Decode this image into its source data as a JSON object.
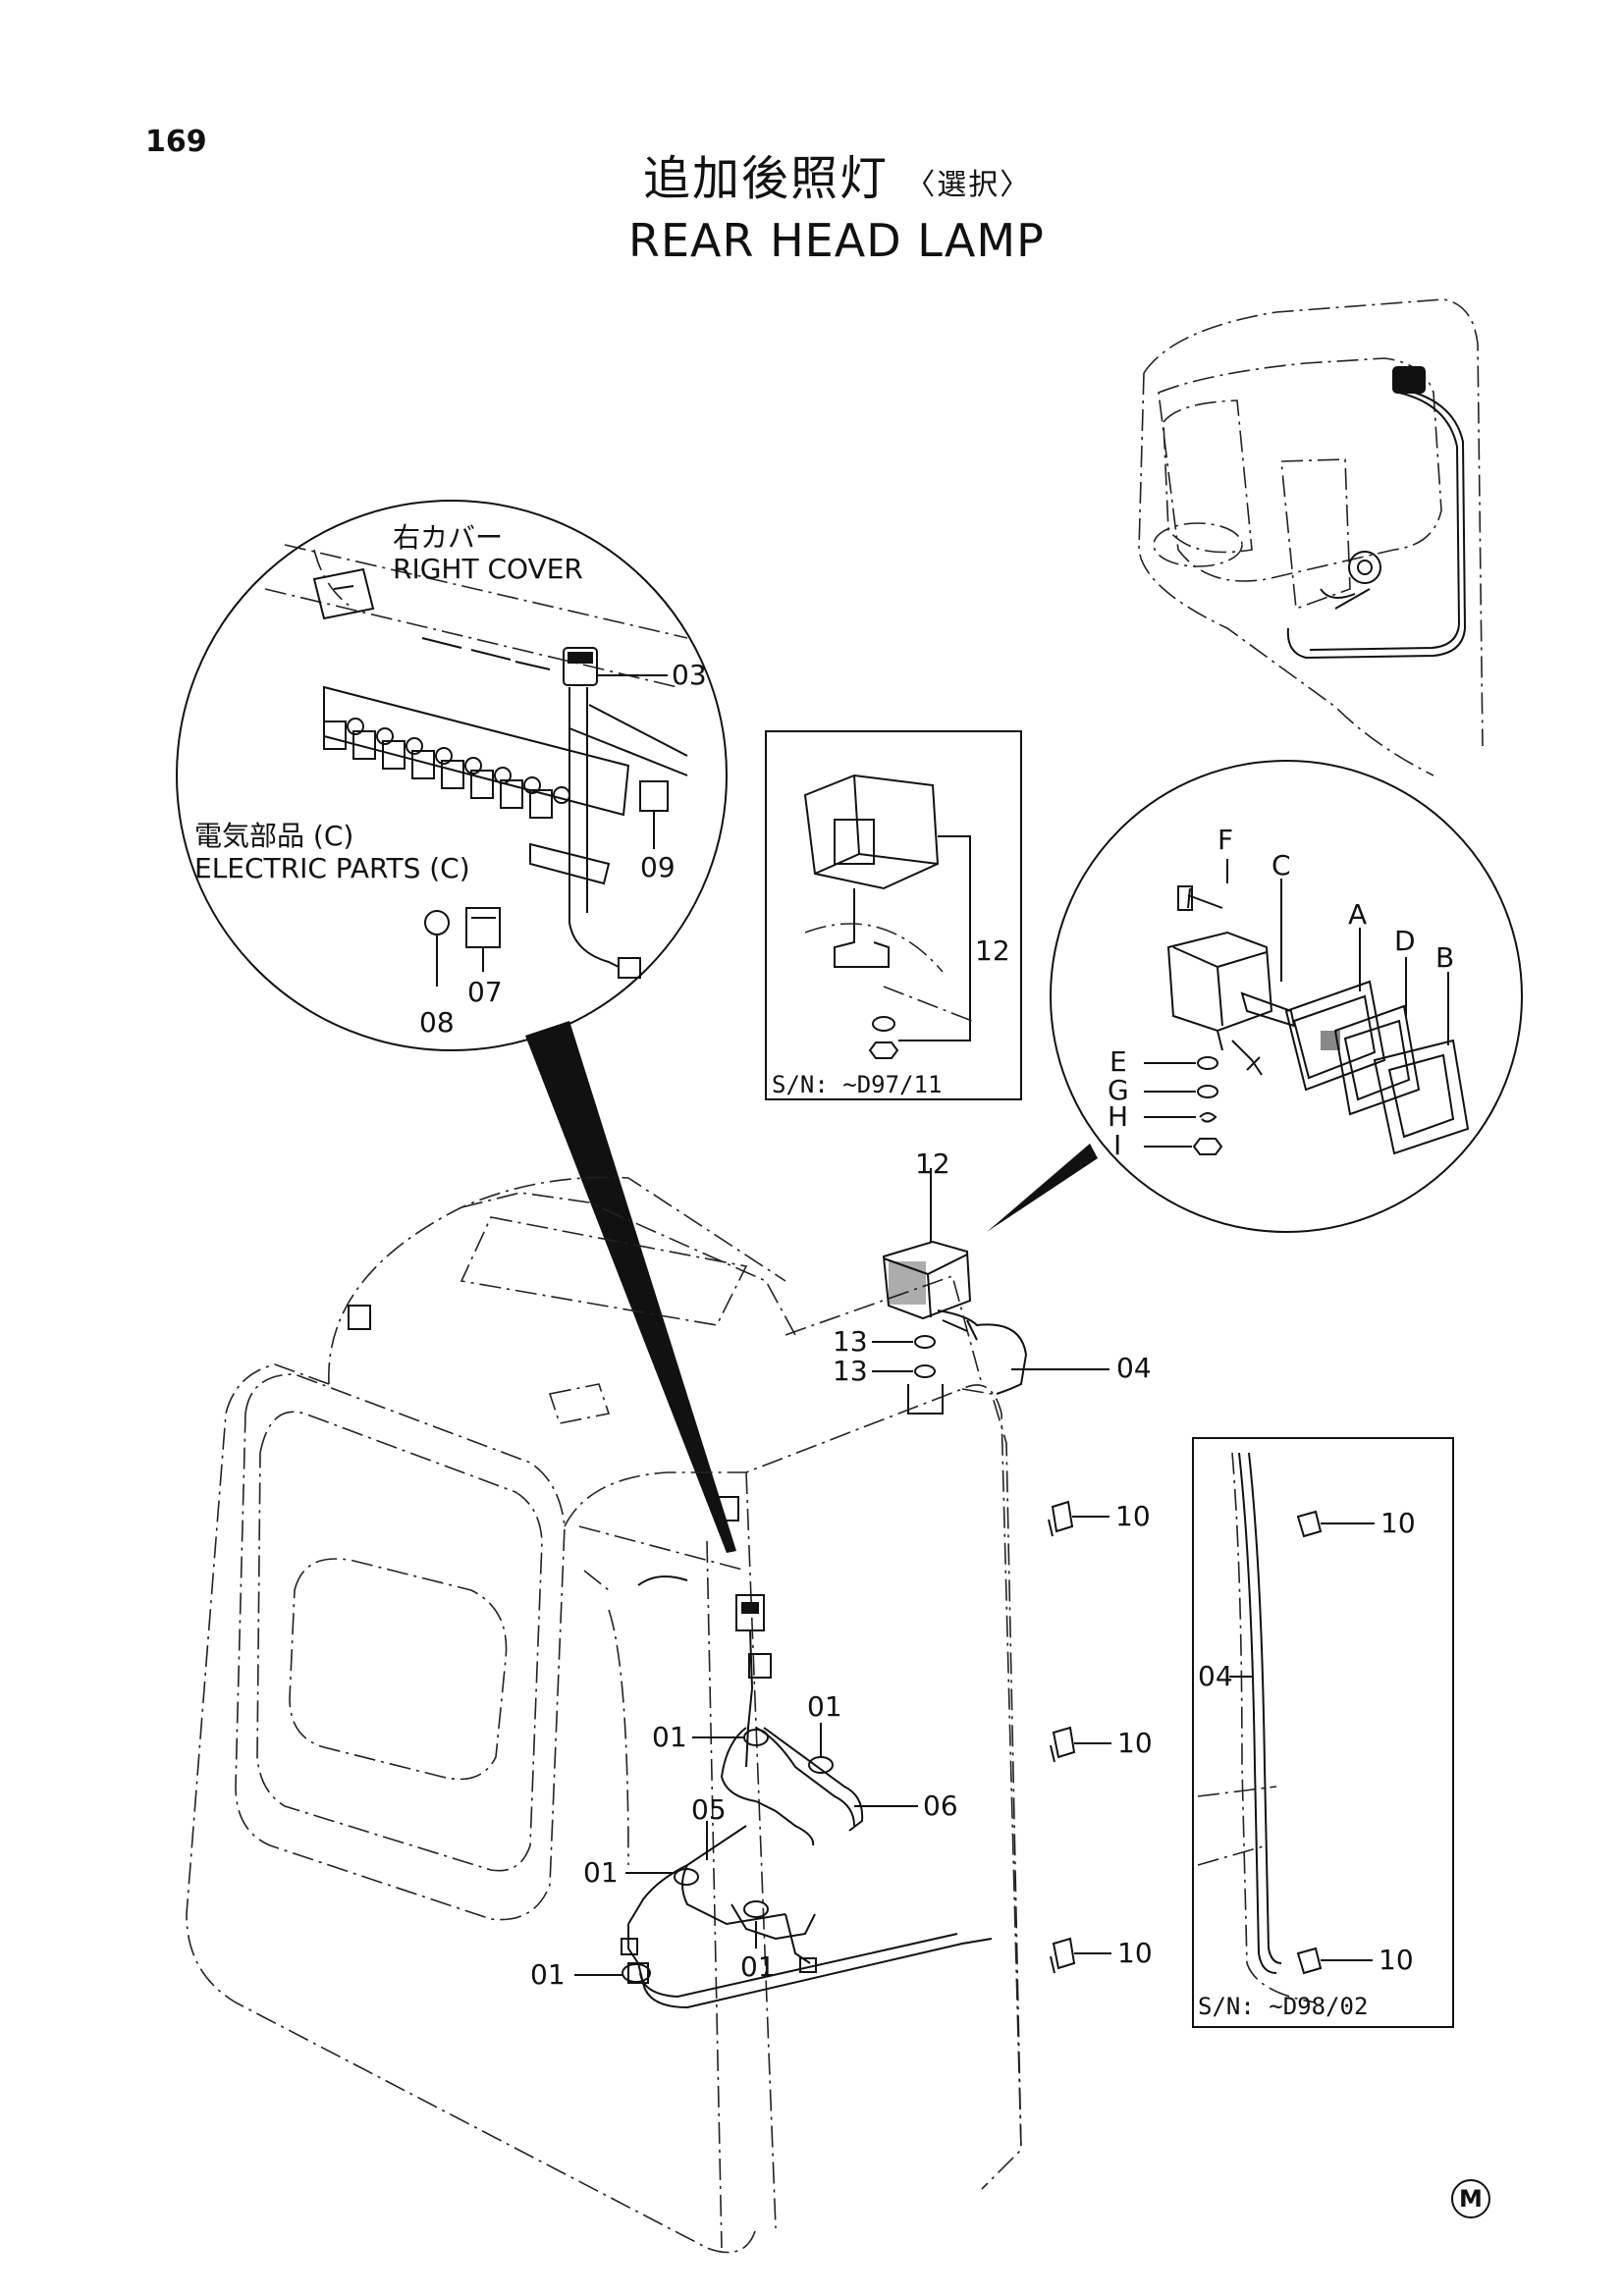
{
  "page_number": "169",
  "title_japanese": "追加後照灯",
  "title_japanese_sub": "〈選択〉",
  "title_english": "REAR HEAD LAMP",
  "labels": {
    "right_cover_jp": "右カバー",
    "right_cover_en": "RIGHT COVER",
    "electric_parts_jp": "電気部品 (C)",
    "electric_parts_en": "ELECTRIC PARTS (C)"
  },
  "serial_notes": {
    "lamp_inset": "S/N: ~D97/11",
    "harness_inset": "S/N: ~D98/02"
  },
  "part_numbers": [
    "01",
    "03",
    "04",
    "05",
    "06",
    "07",
    "08",
    "09",
    "10",
    "12",
    "13"
  ],
  "callouts": {
    "p03": "03",
    "p09": "09",
    "p07": "07",
    "p08": "08",
    "p12_inset": "12",
    "p12_main": "12",
    "p13a": "13",
    "p13b": "13",
    "p04_main": "04",
    "p04_inset": "04",
    "p10a": "10",
    "p10b": "10",
    "p10c": "10",
    "p10d": "10",
    "p10e": "10",
    "p01a": "01",
    "p01b": "01",
    "p01c": "01",
    "p01d": "01",
    "p01e": "01",
    "p05": "05",
    "p06": "06"
  },
  "letter_callouts": {
    "A": "A",
    "B": "B",
    "C": "C",
    "D": "D",
    "E": "E",
    "F": "F",
    "G": "G",
    "H": "H",
    "I": "I"
  },
  "corner_mark": "M"
}
